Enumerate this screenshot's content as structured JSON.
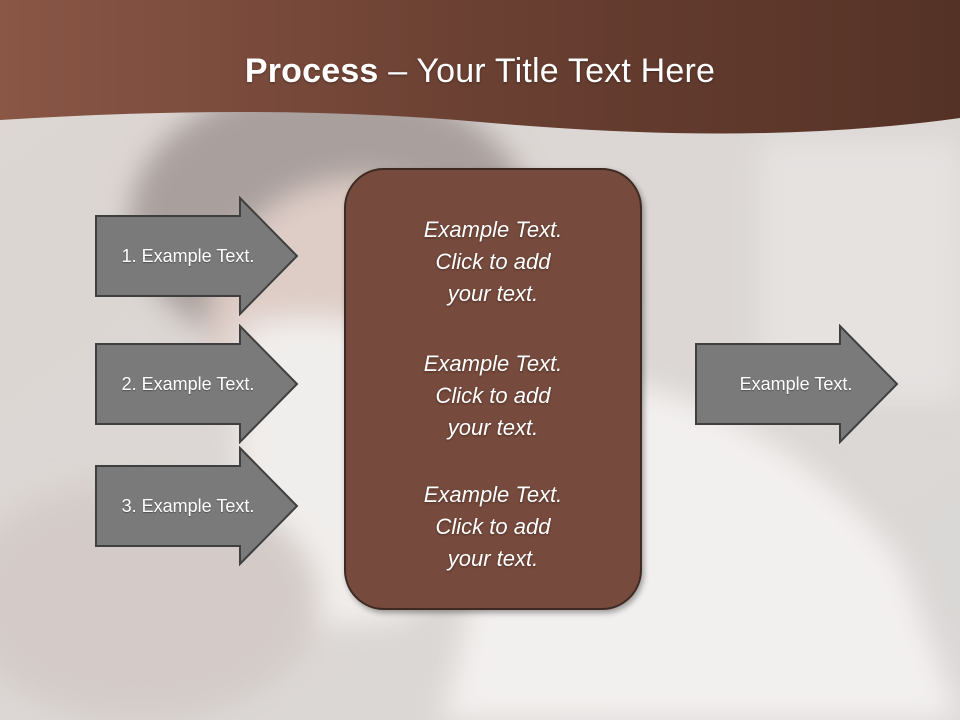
{
  "slide": {
    "title_bold": "Process",
    "title_rest": " – Your Title Text Here",
    "colors": {
      "header": "#6e4234",
      "box": "#764a3c",
      "arrow_fill": "#7a7a7a",
      "arrow_border": "#3f3f3f",
      "text": "#ffffff"
    }
  },
  "inputs": [
    {
      "label": "1. Example Text."
    },
    {
      "label": "2. Example Text."
    },
    {
      "label": "3. Example Text."
    }
  ],
  "center_box": {
    "paragraphs": [
      "Example Text.\nClick  to add\nyour text.",
      "Example Text.\nClick  to add\nyour text.",
      "Example Text.\nClick  to add\nyour text."
    ]
  },
  "output": {
    "label": "Example Text."
  }
}
